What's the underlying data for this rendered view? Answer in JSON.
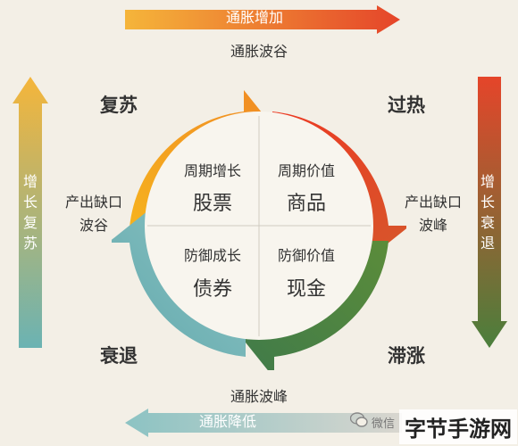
{
  "top_arrow": {
    "label": "通胀增加"
  },
  "top_caption": "通胀波谷",
  "bottom_caption": "通胀波峰",
  "bottom_arrow": {
    "label": "通胀降低"
  },
  "left_arrow": {
    "chars": [
      "增",
      "长",
      "复",
      "苏"
    ]
  },
  "right_arrow": {
    "chars": [
      "增",
      "长",
      "衰",
      "退"
    ]
  },
  "phases": {
    "recovery": "复苏",
    "overheat": "过热",
    "stagflation": "滞涨",
    "recession": "衰退"
  },
  "side_notes": {
    "left": {
      "line1": "产出缺口",
      "line2": "波谷"
    },
    "right": {
      "line1": "产出缺口",
      "line2": "波峰"
    }
  },
  "quadrants": {
    "top_left": {
      "small": "周期增长",
      "big": "股票"
    },
    "top_right": {
      "small": "周期价值",
      "big": "商品"
    },
    "bottom_left": {
      "small": "防御成长",
      "big": "债券"
    },
    "bottom_right": {
      "small": "防御价值",
      "big": "现金"
    }
  },
  "watermark": "微信",
  "brand": "字节手游网",
  "colors": {
    "orange": "#f5a623",
    "red": "#e8452a",
    "green": "#4a7f3c",
    "teal": "#6bb3b3"
  }
}
